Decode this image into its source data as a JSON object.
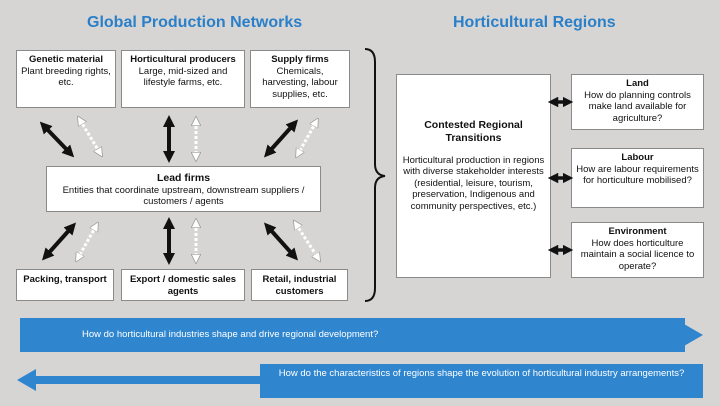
{
  "titles": {
    "left": "Global Production Networks",
    "right": "Horticultural Regions"
  },
  "top_boxes": [
    {
      "title": "Genetic material",
      "body": "Plant breeding rights, etc."
    },
    {
      "title": "Horticultural producers",
      "body": "Large, mid-sized and lifestyle farms, etc."
    },
    {
      "title": "Supply firms",
      "body": "Chemicals, harvesting, labour supplies, etc."
    }
  ],
  "lead": {
    "title": "Lead firms",
    "body": "Entities that coordinate upstream, downstream suppliers / customers / agents"
  },
  "bottom_boxes": [
    {
      "title": "Packing, transport"
    },
    {
      "title": "Export / domestic sales agents"
    },
    {
      "title": "Retail, industrial customers"
    }
  ],
  "contested": {
    "title": "Contested Regional Transitions",
    "body": "Horticultural production in regions with diverse stakeholder interests (residential, leisure, tourism, preservation, Indigenous and community perspectives, etc.)"
  },
  "right_boxes": [
    {
      "title": "Land",
      "body": "How do planning controls make land available for agriculture?"
    },
    {
      "title": "Labour",
      "body": "How are labour requirements for horticulture mobilised?"
    },
    {
      "title": "Environment",
      "body": "How does horticulture maintain a social licence to operate?"
    }
  ],
  "bands": {
    "forward": "How do horticultural industries shape and drive regional development?",
    "backward": "How do the characteristics of regions shape the evolution of horticultural industry arrangements?"
  },
  "colors": {
    "background": "#d6d5d3",
    "title": "#2a7fc9",
    "band": "#2f86cf"
  }
}
